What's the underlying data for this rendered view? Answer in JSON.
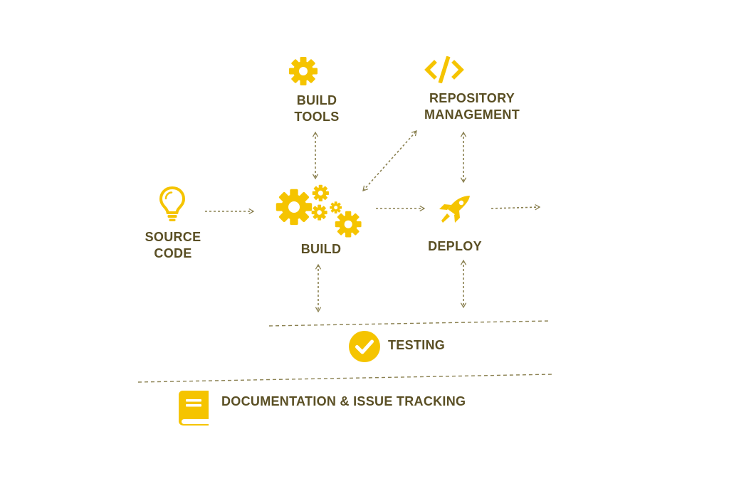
{
  "colors": {
    "icon": "#f5c400",
    "text": "#5a4f24",
    "arrow": "#8a8050"
  },
  "nodes": {
    "build_tools": {
      "icon": "gear-icon",
      "line1": "BUILD",
      "line2": "TOOLS"
    },
    "repository": {
      "icon": "code-brackets-icon",
      "line1": "REPOSITORY",
      "line2": "MANAGEMENT"
    },
    "source_code": {
      "icon": "lightbulb-icon",
      "line1": "SOURCE",
      "line2": "CODE"
    },
    "build": {
      "icon": "gears-cluster-icon",
      "label": "BUILD"
    },
    "deploy": {
      "icon": "rocket-icon",
      "label": "DEPLOY"
    },
    "testing": {
      "icon": "check-circle-icon",
      "label": "TESTING"
    },
    "documentation": {
      "icon": "book-icon",
      "label": "DOCUMENTATION & ISSUE TRACKING"
    }
  }
}
